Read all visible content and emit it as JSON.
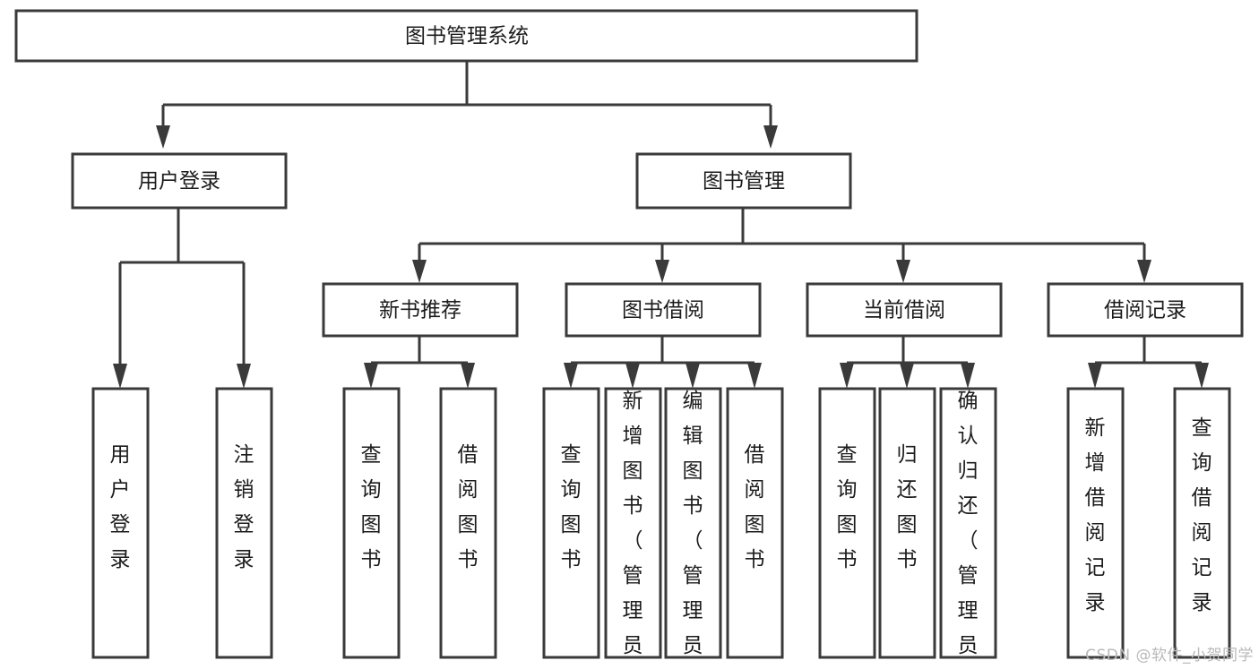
{
  "diagram": {
    "title": "图书管理系统",
    "type": "tree",
    "watermark": "CSDN @软件_小贺同学",
    "colors": {
      "box_stroke": "#3a3a3a",
      "box_fill": "#ffffff",
      "text": "#1c1c1c",
      "watermark": "#b9b9b9",
      "background": "#ffffff"
    },
    "root": {
      "label": "图书管理系统"
    },
    "level2": [
      {
        "label": "用户登录"
      },
      {
        "label": "图书管理"
      }
    ],
    "level3": [
      {
        "label": "新书推荐"
      },
      {
        "label": "图书借阅"
      },
      {
        "label": "当前借阅"
      },
      {
        "label": "借阅记录"
      }
    ],
    "leaves": {
      "user_login": [
        {
          "label": "用户登录"
        },
        {
          "label": "注销登录"
        }
      ],
      "new_book_recommend": [
        {
          "label": "查询图书"
        },
        {
          "label": "借阅图书"
        }
      ],
      "book_borrow": [
        {
          "label": "查询图书"
        },
        {
          "label": "新增图书（管理员）"
        },
        {
          "label": "编辑图书（管理员）"
        },
        {
          "label": "借阅图书"
        }
      ],
      "current_borrow": [
        {
          "label": "查询图书"
        },
        {
          "label": "归还图书"
        },
        {
          "label": "确认归还（管理员）"
        }
      ],
      "borrow_record": [
        {
          "label": "新增借阅记录"
        },
        {
          "label": "查询借阅记录"
        }
      ]
    }
  }
}
